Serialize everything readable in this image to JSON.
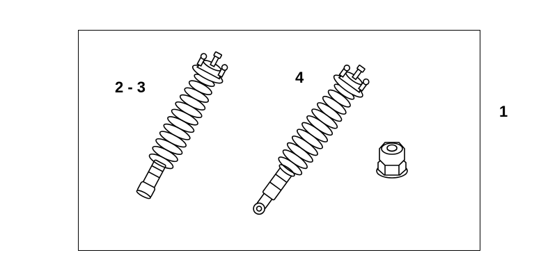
{
  "labels": {
    "kit": "1",
    "front_shock": "2 - 3",
    "rear_shock": "4"
  },
  "colors": {
    "line": "#000000",
    "background": "#ffffff"
  }
}
